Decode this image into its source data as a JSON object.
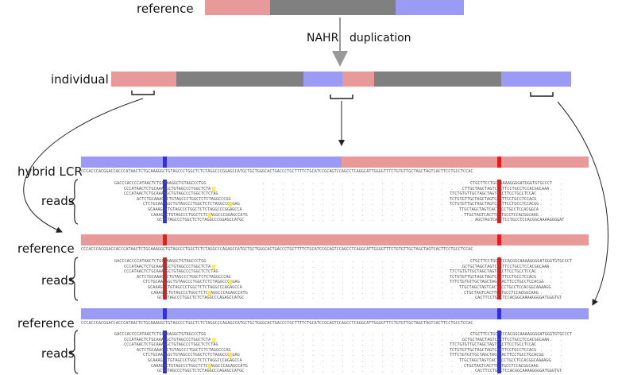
{
  "colors": {
    "pink": "#e89a9a",
    "gray": "#808080",
    "blue": "#9b9bf5",
    "marker_red": "#e02020",
    "marker_blue": "#3030e0",
    "highlight_yellow": "#ffeb3b"
  },
  "labels": {
    "reference_top": "reference",
    "nahr": "NAHR",
    "duplication": "duplication",
    "individual": "individual",
    "hybrid_lcr": "hybrid LCR",
    "reads_1": "reads",
    "reference_mid": "reference",
    "reads_2": "reads",
    "reference_bottom": "reference",
    "reads_3": "reads"
  },
  "sequences": {
    "hybrid_ref": "CCCACCCACGGACCACCCATAACTCTGCAAAGGCTGTAGCCCTGGCTCTCTAGGCCCGGAGCCATGCTGCTGGGCACTGACCCTGCTTTTCTGCATCCGCAGTCCAGCCTCAGGCATTGGGGTTTCTGTGTTGCTAGCTAGTCACTTCCTGCCTCCAC",
    "ref_mid": "CCCACCCACGGACCACCCATAACTCTGCAAAGGCTGTAGCCCTGGCTCTCTAGGCCCAGAGCCATGCTGCTGGGCACTGACCCTGCTTTTCTGCATCCGCAGTCCAGCCTCAGGCATTGGGGTTTCTGTGTTGCTAGCTAGTCACTTCCTGCCTCCAC",
    "ref_bottom": "CCCACCCACGGACCACCCATAACTCTGCAAAGGCTGTAGCCCTGGCTCTCTAGGCCCAGAGCCATGCTGCTGGGCACTGACCCTGCTTTTCTGCATCCGCAGTCCAGCCTCAGGCATTGGGGTTTCTGTGTTGCTAGCTAGTCACTTCCTGCCTCCAC",
    "reads_1": [
      "GACCCACCCCATAACTCTGCAAAGGCTGTAGCCCTGG",
      "CCCATAACTCTGCAAAGGCTGTAGCCCTGGCTCTA",
      "CCCATAACTCTGCAAAGGCTGTAGCCCTGGCTCTCTAG",
      "ACTCTGCAAAGGCTGTAGCCCTGGCTCTCTAGGCCCGG",
      "CTCTGCAAAGGCTGTAGCCCTGGCTCTCTAGGCCCGGAG",
      "GCAAAGGCTGTAGCCCTGGCTCTCTAGGCCCGGAGCCA",
      "CAAAGGCTGTAGCCCTGGCTCTCTAGGCCCGGAGCCATG",
      "GCTGTAGCCCTGGCTCTCTAGGCCCGGAGCCATGC"
    ],
    "reads_1_right": [
      "CTGCTTCCTGCCAAAAGGGGATGGGTGTGCCCT",
      "CTTGCTAGCTAGTCACTTCCTGCCTCCACGGCAAA",
      "TTCTGTGTTGCTAGCTAGTCACTTCCTGCCTCCAC",
      "TCTGTGTTGCTAGCTAGTCACTTCCTGCCTCCACG",
      "TCTGTGTTGCTAGCTAGTCACTTCCTGCCTCCACGG",
      "TTGCTAGCTAGTCACTTCCTGCCTCCACGGCA",
      "TTGCTAGTCACTTCCTGCCTCCACGGCAAG",
      "AGCTAGTCACTTCCTGCCTCCACGGCAAAAGGGGAT"
    ],
    "reads_2": [
      "GACCCACCCCATAACTCTGCAAAGGCTGTAGCCCTGG",
      "CCCATAACTCTGCAAAGGCTGTAGCCCTGGCTCTA",
      "CCCATAACTCTGCAAAGGCTGTAGCCCTGGCTCTCTAG",
      "ACTCTGCAAAGGCTGTAGCCCTGGCTCTCTAGGCCCAG",
      "CTCTGCAAAGGCTGTAGCCCTGGCTCTCTAGGCCCAGAG",
      "GCAAAGGCTGTAGCCCTGGCTCTCTAGGCCCAGAGCCA",
      "CAAAGGCTGTAGCCCTGGCTCTCTAGGCCCAGAGCCATG",
      "GCTGTAGCCCTGGCTCTCTAGGCCCAGAGCCATGC"
    ],
    "reads_2_right": [
      "CTGCTTCCTGCCTCCACGGCAAAAGGGGATGGGTGTGCCCT",
      "GCTGCTAGCTAGTCACTTCCTGCCTCCACGGCAAA",
      "TTCTGTGTTGCTAGCTAGTCACTTCCTGCCTCCAC",
      "TCTGTGTTGCTAGCTAGTCACTTCCTGCCTCCACG",
      "TTTCTGTGTTGCTAGCTAGTCACTTCCTGCCTCCACGG",
      "TTGCTAGCTAGTCACTTCCTGCCTCCACGGCAAAAGG",
      "CTGCTAGTCACTTCCTGCCTCCACGGCAAG",
      "CACTTCCTGCCTCCACGGCAAAAGGGGATGGGTGT"
    ],
    "reads_3": [
      "GACCCACCCCATAACTCTGCAAAGGCTGTAGCCCTGG",
      "CCCATAACTCTGCAAAGGCTGTAGCCCTGGCTCTA",
      "CCCATAACTCTGCAAAGGCTGTAGCCCTGGCTCTCTAG",
      "ACTCTGCAAAGGCTGTAGCCCTGGCTCTCTAGGCCCAG",
      "CTCTGCAAAGGCTGTAGCCCTGGCTCTCTAGGCCCAGAG",
      "GCAAAGGCTGTAGCCCTGGCTCTCTAGGCCCAGAGCCA",
      "CAAAGGCTGTAGCCCTGGCTCTCTAGGCCCAGAGCCATG",
      "GCTGTAGCCCTGGCTCTCTAGGCCCAGAGCCATGC"
    ],
    "reads_3_right": [
      "CTGCTTCCTGCCTCCACGGCAAAAGGGGATGGGTGTGCCCT",
      "GCTGCTAGCTAGTCACTTCCTGCCTCCACGGCAAA",
      "TTCTGTGTTGCTAGCTAGTCACTTCCTGCCTCCAC",
      "TCTGTGTTGCTAGCTAGTCACTTCCTGCCTCCACG",
      "TTTCTGTGTTGCTAGCTAGTCACTTCCTGCCTCCACGG",
      "TTGCTAGCTAGTCACTTCCTGCCTCCACGGCAAAAGG",
      "CTGCTAGTCACTTCCTGCCTCCACGGCAAG",
      "CACTTCCTGCCTCCACGGCAAAAGGGGATGGGTGT"
    ]
  }
}
